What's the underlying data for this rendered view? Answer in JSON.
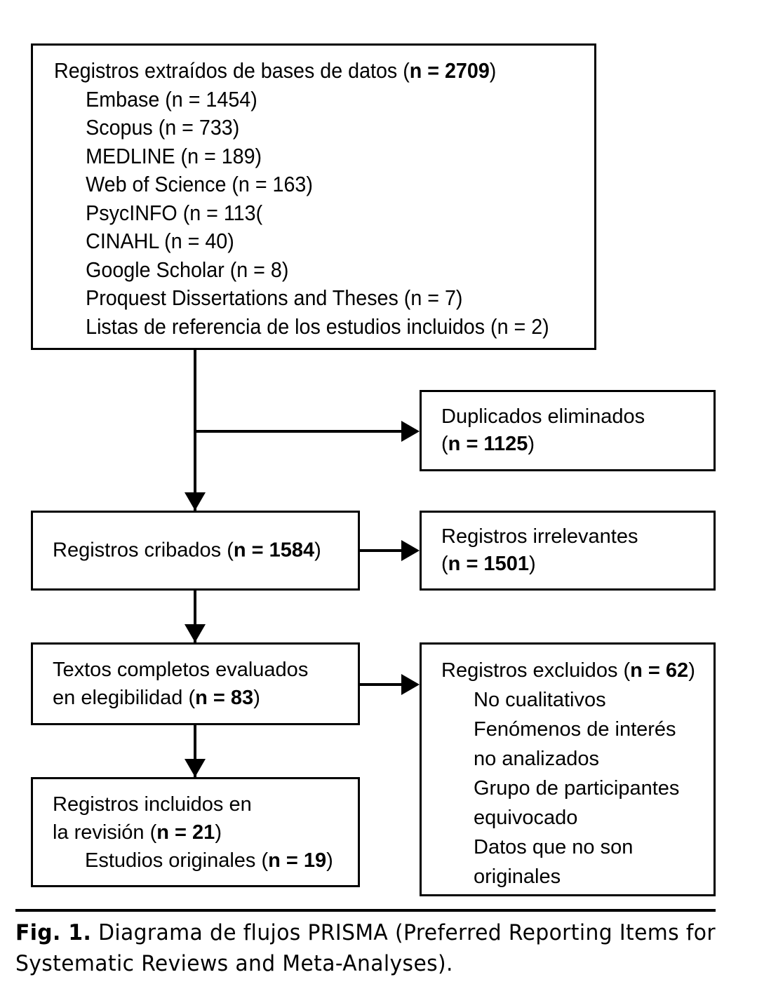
{
  "figure": {
    "caption_label": "Fig. 1.",
    "caption_text": "Diagrama de flujos PRISMA (Preferred Reporting Items for Systematic Reviews and Meta-Analyses)."
  },
  "colors": {
    "stroke": "#000000",
    "background": "#ffffff",
    "text": "#000000"
  },
  "flow": {
    "identification": {
      "title_prefix": "Registros extraídos de bases de datos (",
      "title_count": "n = 2709",
      "title_suffix": ")",
      "sources": [
        "Embase (n = 1454)",
        "Scopus (n = 733)",
        "MEDLINE (n = 189)",
        "Web of Science (n = 163)",
        "PsycINFO (n = 113(",
        "CINAHL (n = 40)",
        "Google Scholar (n = 8)",
        "Proquest Dissertations and Theses (n = 7)",
        "Listas de referencia de los estudios incluidos (n = 2)"
      ]
    },
    "duplicates": {
      "label": "Duplicados eliminados",
      "count_prefix": "(",
      "count": "n = 1125",
      "count_suffix": ")"
    },
    "screened": {
      "label_prefix": "Registros cribados (",
      "count": "n = 1584",
      "label_suffix": ")"
    },
    "irrelevant": {
      "label": "Registros irrelevantes",
      "count_prefix": "(",
      "count": "n = 1501",
      "count_suffix": ")"
    },
    "fulltext": {
      "line1": "Textos completos evaluados",
      "line2_prefix": "en elegibilidad (",
      "count": "n = 83",
      "line2_suffix": ")"
    },
    "excluded": {
      "title_prefix": "Registros excluidos (",
      "count": "n = 62",
      "title_suffix": ")",
      "reasons": [
        "No cualitativos",
        "Fenómenos de interés",
        "no analizados",
        "Grupo de participantes",
        "equivocado",
        "Datos que no son",
        "originales"
      ]
    },
    "included": {
      "line1": "Registros incluidos en",
      "line2_prefix": "la revisión (",
      "count": "n = 21",
      "line2_suffix": ")",
      "line3_prefix": "Estudios originales (",
      "count2": "n = 19",
      "line3_suffix": ")"
    }
  }
}
